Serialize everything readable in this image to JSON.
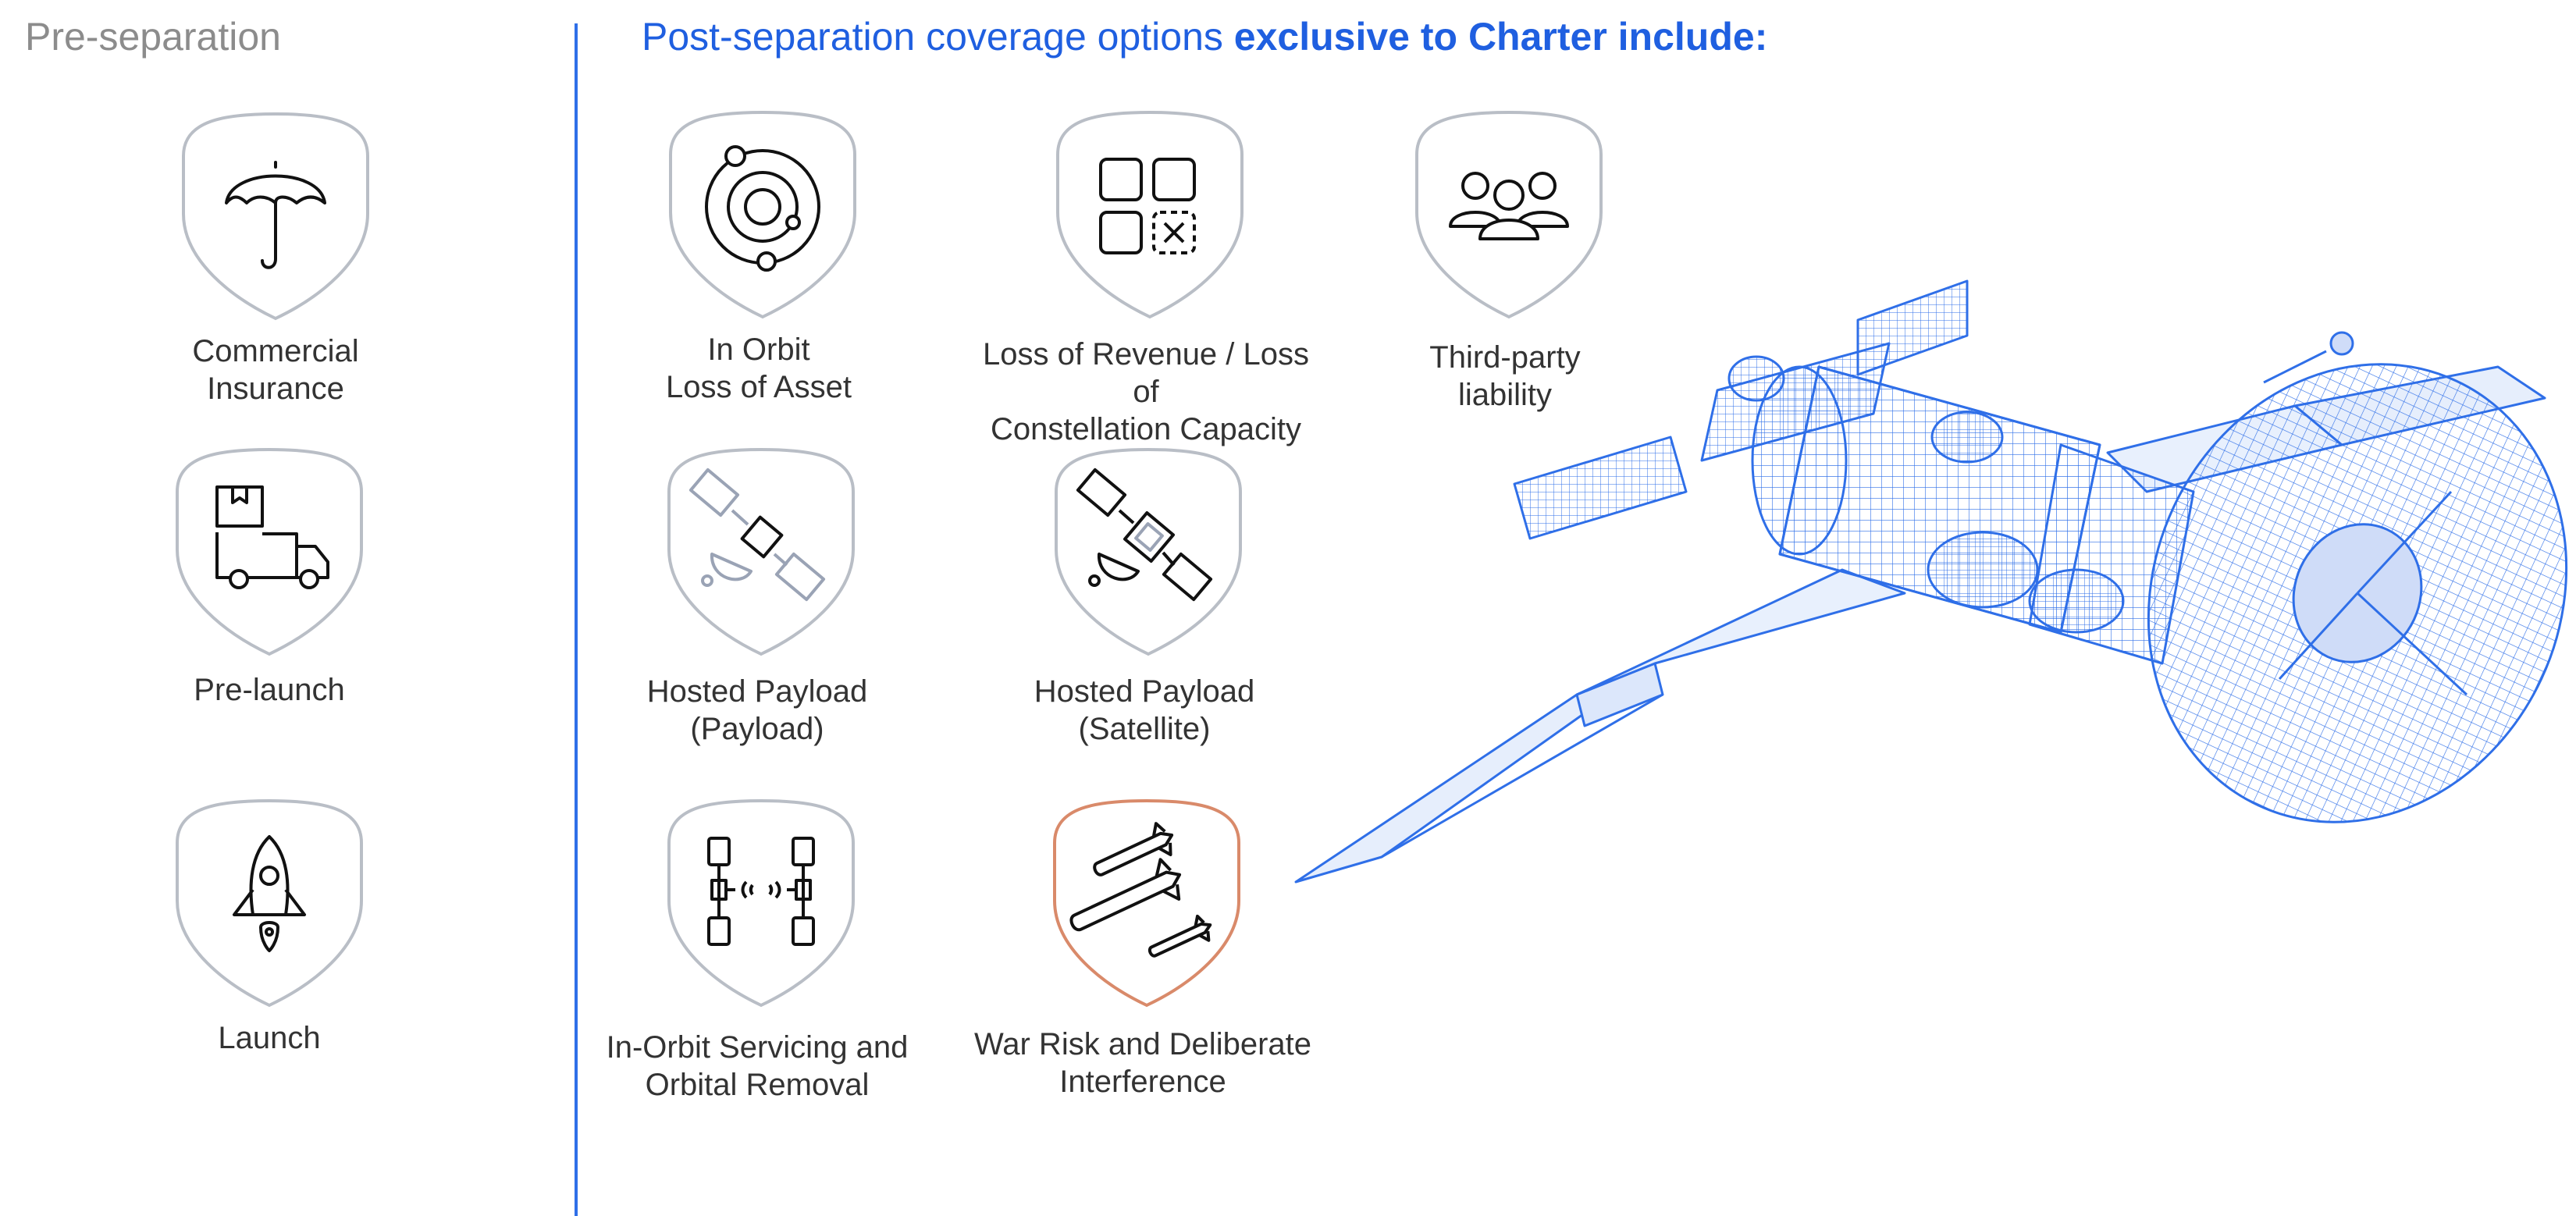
{
  "header": {
    "pre_title": "Pre-separation",
    "post_title_regular": "Post-separation coverage options ",
    "post_title_bold": "exclusive to Charter include:"
  },
  "pre_separation": [
    {
      "icon": "umbrella-icon",
      "lines": [
        "Commercial",
        "Insurance"
      ]
    },
    {
      "icon": "delivery-truck-icon",
      "lines": [
        "Pre-launch"
      ]
    },
    {
      "icon": "rocket-icon",
      "lines": [
        "Launch"
      ]
    }
  ],
  "post_separation": [
    {
      "icon": "orbit-icon",
      "lines": [
        "In Orbit",
        "Loss of Asset"
      ]
    },
    {
      "icon": "constellation-grid-icon",
      "lines": [
        "Loss of Revenue / Loss of",
        "Constellation Capacity"
      ]
    },
    {
      "icon": "people-group-icon",
      "lines": [
        "Third-party",
        "liability"
      ]
    },
    {
      "icon": "hosted-payload-icon",
      "lines": [
        "Hosted Payload",
        "(Payload)"
      ]
    },
    {
      "icon": "hosted-satellite-icon",
      "lines": [
        "Hosted Payload",
        "(Satellite)"
      ]
    },
    {
      "icon": "servicing-docking-icon",
      "lines": [
        "In-Orbit Servicing and",
        "Orbital Removal"
      ]
    },
    {
      "icon": "missiles-icon",
      "lines": [
        "War Risk and Deliberate",
        "Interference"
      ]
    }
  ],
  "colors": {
    "accent": "#1f5fe0",
    "shield_outline": "#b9bec6",
    "shield_highlight": "#d98a6a",
    "satellite": "#2f6fe8"
  }
}
